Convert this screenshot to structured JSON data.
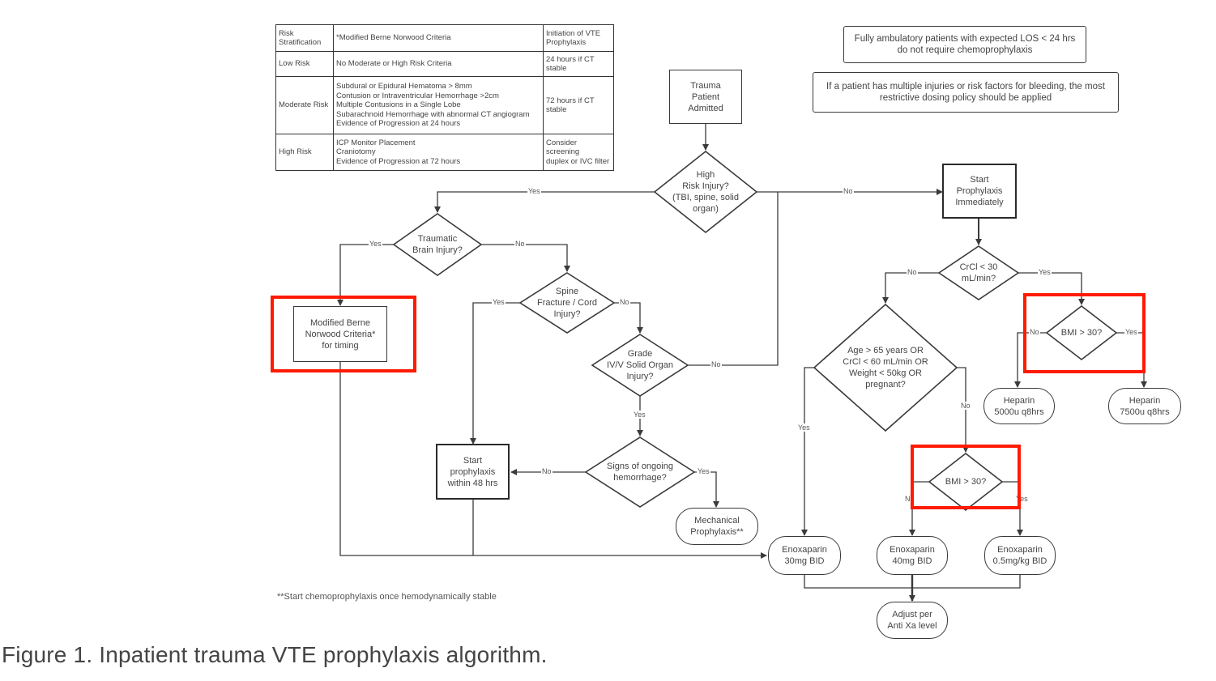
{
  "criteria_table": {
    "headers": [
      "Risk\nStratification",
      "*Modified Berne Norwood Criteria",
      "Initiation of VTE\nProphylaxis"
    ],
    "rows": [
      {
        "risk": "Low Risk",
        "criteria": "No Moderate or High Risk Criteria",
        "initiation": "24 hours if CT\nstable"
      },
      {
        "risk": "Moderate Risk",
        "criteria": "Subdural or Epidural Hematoma > 8mm\nContusion or Intraventricular Hemorrhage >2cm\nMultiple Contusions in a Single Lobe\nSubarachnoid Hemorrhage with abnormal CT angiogram\nEvidence of Progression at 24 hours",
        "initiation": "72 hours if CT\nstable"
      },
      {
        "risk": "High Risk",
        "criteria": "ICP Monitor Placement\nCraniotomy\nEvidence of Progression at 72 hours",
        "initiation": "Consider screening\nduplex or IVC filter"
      }
    ]
  },
  "notes": {
    "ambulatory": "Fully ambulatory patients with expected LOS < 24 hrs\ndo not require chemoprophylaxis",
    "multiple_injuries": "If a patient has multiple injuries or risk factors for bleeding, the most\nrestrictive dosing policy should be applied"
  },
  "nodes": {
    "trauma_admitted": "Trauma\nPatient\nAdmitted",
    "high_risk_injury": "High\nRisk Injury?\n(TBI, spine, solid\norgan)",
    "tbi": "Traumatic\nBrain Injury?",
    "modified_berne": "Modified Berne\nNorwood Criteria*\nfor timing",
    "spine_fracture": "Spine\nFracture / Cord\nInjury?",
    "solid_organ": "Grade\nIV/V Solid Organ\nInjury?",
    "ongoing_hemorrhage": "Signs of ongoing\nhemorrhage?",
    "start_48": "Start\nprophylaxis\nwithin 48 hrs",
    "mechanical": "Mechanical\nProphylaxis**",
    "start_immediately": "Start\nProphylaxis\nImmediately",
    "crcl": "CrCl < 30\nmL/min?",
    "age_criteria": "Age > 65 years OR\nCrCl < 60 mL/min OR\nWeight < 50kg OR\npregnant?",
    "bmi_heparin": "BMI > 30?",
    "heparin_5000": "Heparin\n5000u q8hrs",
    "heparin_7500": "Heparin\n7500u q8hrs",
    "bmi_enox": "BMI > 30?",
    "enox_30": "Enoxaparin\n30mg BID",
    "enox_40": "Enoxaparin\n40mg BID",
    "enox_05": "Enoxaparin\n0.5mg/kg BID",
    "adjust": "Adjust per\nAnti Xa level"
  },
  "edge_labels": {
    "yes": "Yes",
    "no": "No"
  },
  "footnote": "**Start chemoprophylaxis once hemodynamically stable",
  "caption": "Figure 1.  Inpatient trauma VTE prophylaxis algorithm.",
  "colors": {
    "highlight": "#ff1a00",
    "line": "#3a3a3a"
  }
}
